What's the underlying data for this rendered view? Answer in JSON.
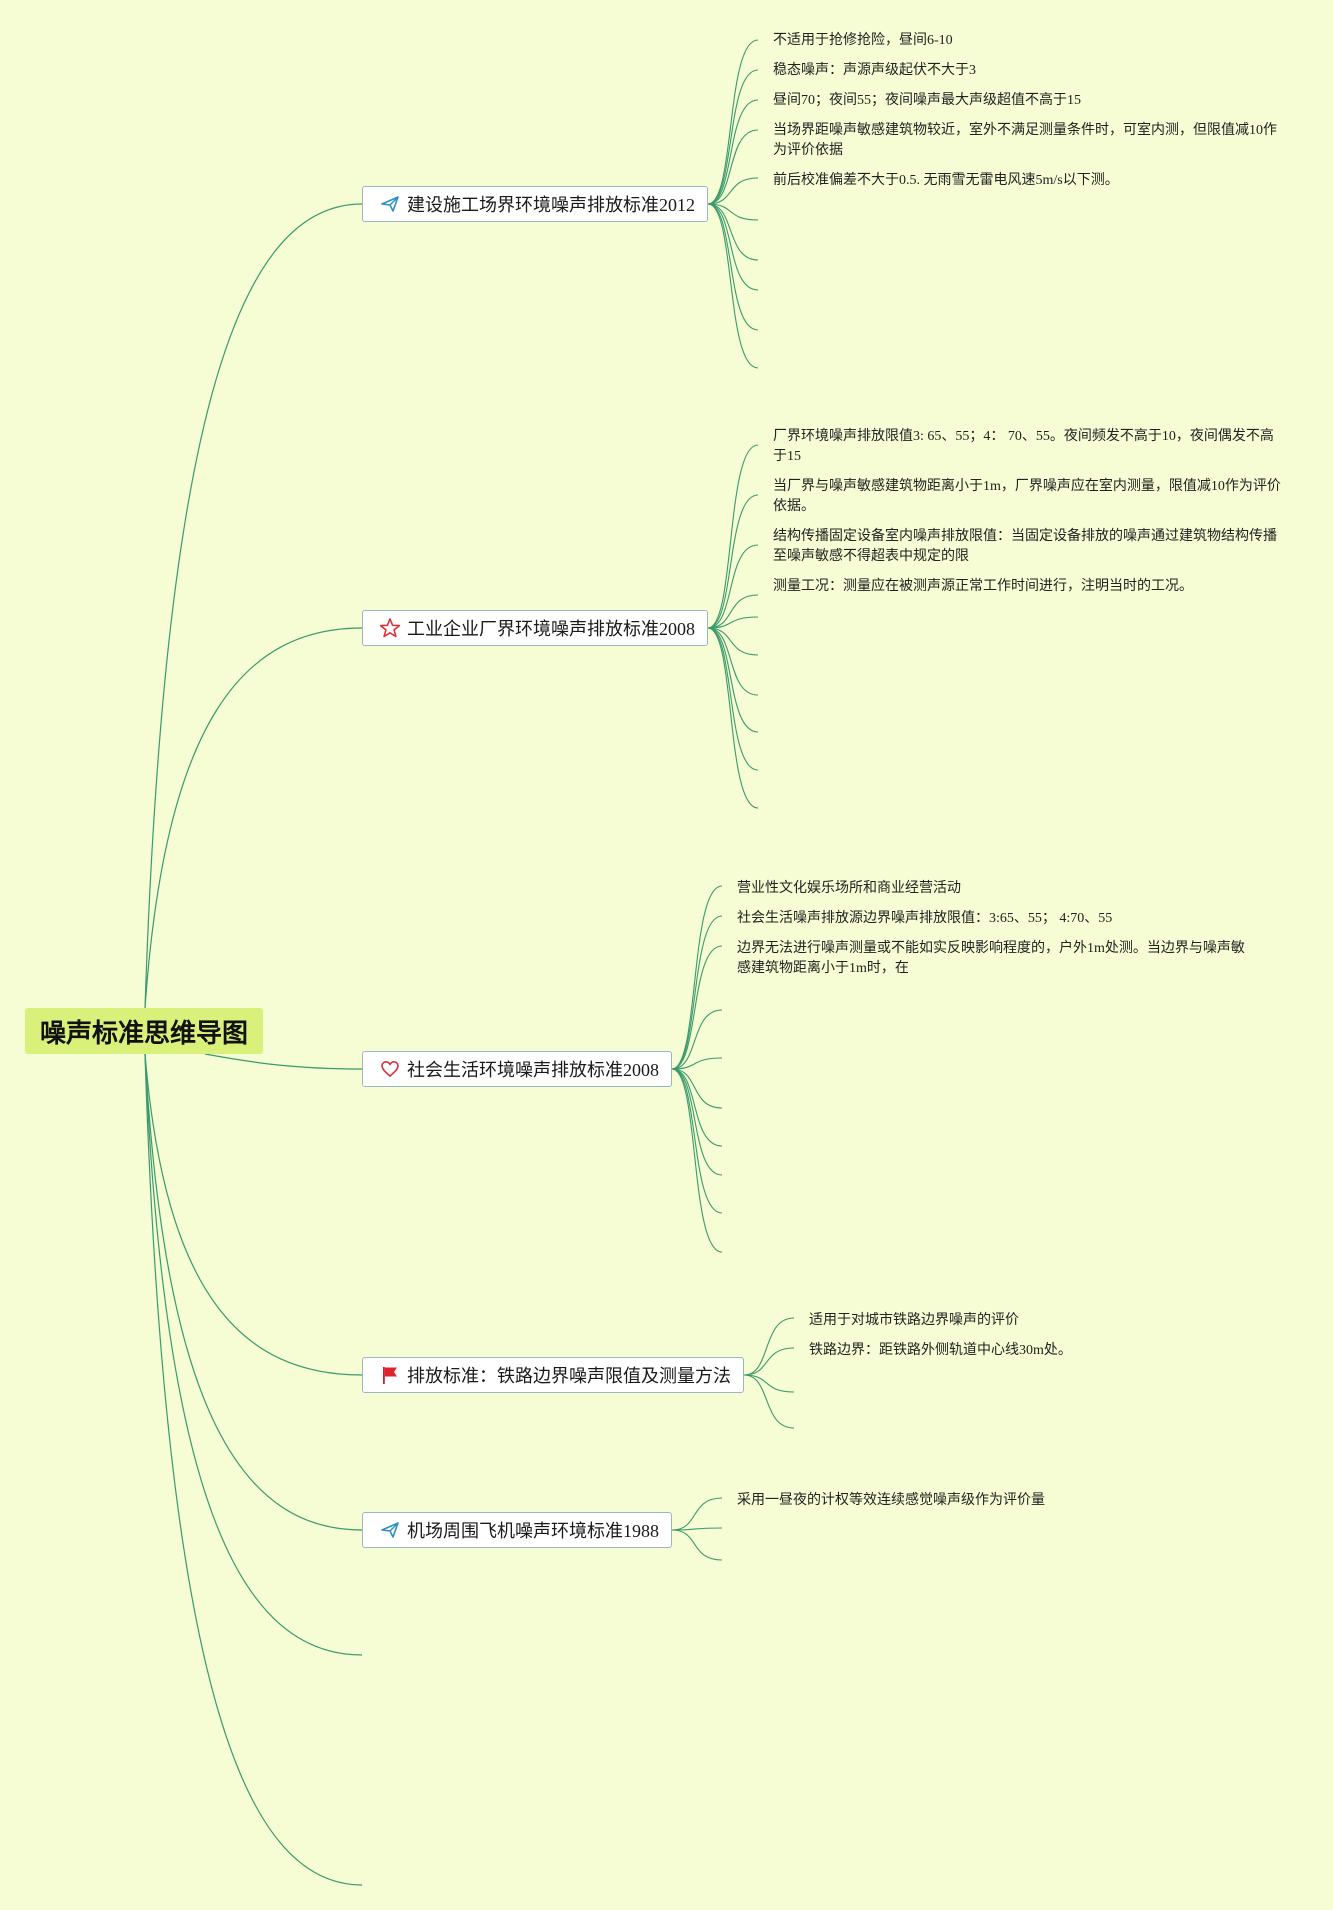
{
  "colors": {
    "background": "#f6fcd3",
    "root_fill": "#d9f07a",
    "link": "#3a9a6c",
    "node_border": "#9cb7c4"
  },
  "root": {
    "label": "噪声标准思维导图"
  },
  "branches": [
    {
      "label": "建设施工场界环境噪声排放标准2012",
      "icon": "paper-plane-icon",
      "leaves": [
        "不适用于抢修抢险，昼间6-10",
        "稳态噪声：声源声级起伏不大于3",
        "昼间70；夜间55；夜间噪声最大声级超值不高于15",
        "当场界距噪声敏感建筑物较近，室外不满足测量条件时，可室内测，但限值减10作为评价依据",
        "前后校准偏差不大于0.5. 无雨雪无雷电风速5m/s以下测。"
      ]
    },
    {
      "label": "工业企业厂界环境噪声排放标准2008",
      "icon": "star-icon",
      "leaves": [
        "厂界环境噪声排放限值3: 65、55；4： 70、55。夜间频发不高于10，夜间偶发不高于15",
        "当厂界与噪声敏感建筑物距离小于1m，厂界噪声应在室内测量，限值减10作为评价依据。",
        "结构传播固定设备室内噪声排放限值：当固定设备排放的噪声通过建筑物结构传播至噪声敏感不得超表中规定的限",
        "测量工况：测量应在被测声源正常工作时间进行，注明当时的工况。"
      ]
    },
    {
      "label": "社会生活环境噪声排放标准2008",
      "icon": "heart-icon",
      "leaves": [
        "营业性文化娱乐场所和商业经营活动",
        "社会生活噪声排放源边界噪声排放限值：3:65、55； 4:70、55",
        "边界无法进行噪声测量或不能如实反映影响程度的，户外1m处测。当边界与噪声敏感建筑物距离小于1m时，在"
      ]
    },
    {
      "label": "排放标准：铁路边界噪声限值及测量方法",
      "icon": "flag-icon",
      "leaves": [
        "适用于对城市铁路边界噪声的评价",
        "铁路边界：距铁路外侧轨道中心线30m处。"
      ]
    },
    {
      "label": "机场周围飞机噪声环境标准1988",
      "icon": "paper-plane-icon",
      "leaves": [
        "采用一昼夜的计权等效连续感觉噪声级作为评价量"
      ]
    }
  ]
}
